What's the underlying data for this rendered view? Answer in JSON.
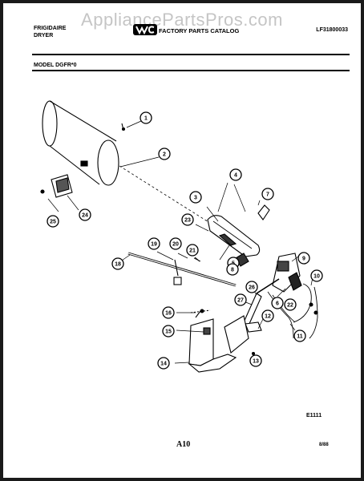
{
  "watermark": "AppliancePartsPros.com",
  "header": {
    "brand_line1": "FRIGIDAIRE",
    "brand_line2": "DRYER",
    "catalog_title": "FACTORY PARTS CATALOG",
    "catalog_number": "LF31800033",
    "model": "MODEL DGFR*0"
  },
  "callouts": [
    "1",
    "2",
    "3",
    "4",
    "7",
    "25",
    "24",
    "23",
    "19",
    "20",
    "21",
    "5",
    "18",
    "9",
    "10",
    "26",
    "6",
    "27",
    "22",
    "16",
    "15",
    "12",
    "11",
    "14",
    "13",
    "8"
  ],
  "footer": {
    "figure_code": "E1111",
    "page": "A10",
    "date": "8/88"
  }
}
